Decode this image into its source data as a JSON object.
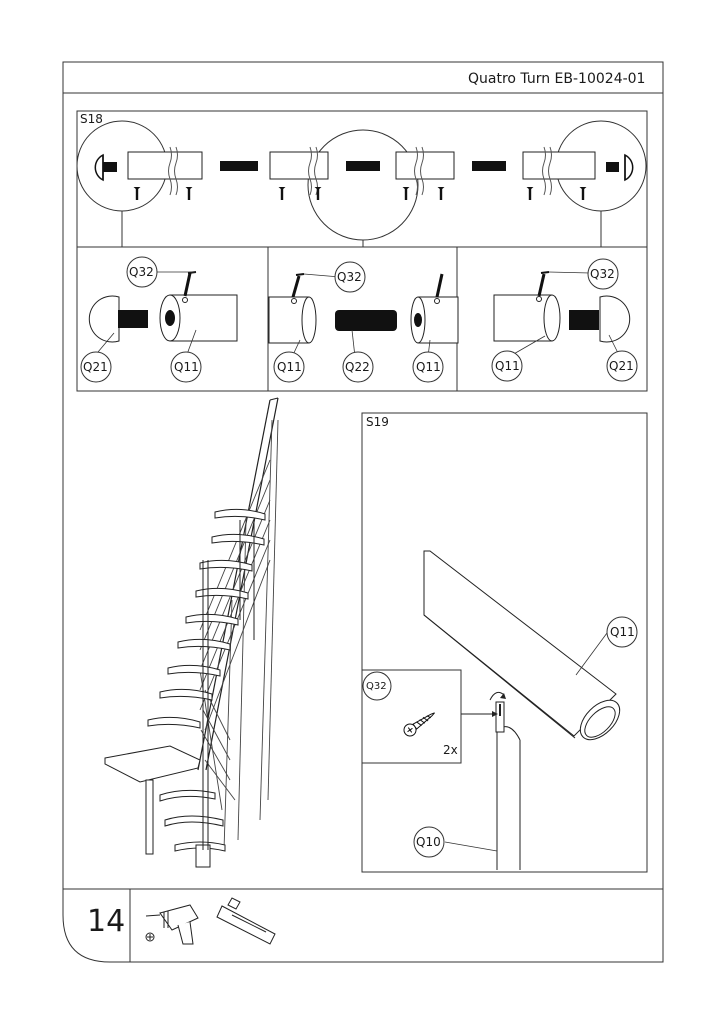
{
  "header": {
    "title": "Quatro Turn EB-10024-01"
  },
  "s18": {
    "step": "S18",
    "labels": {
      "q32_a": "Q32",
      "q21_a": "Q21",
      "q11_a": "Q11",
      "q32_b": "Q32",
      "q11_b": "Q11",
      "q22": "Q22",
      "q11_c": "Q11",
      "q32_c": "Q32",
      "q11_d": "Q11",
      "q21_b": "Q21"
    }
  },
  "s19": {
    "step": "S19",
    "labels": {
      "q11": "Q11",
      "q32": "Q32",
      "qty": "2x",
      "q10": "Q10"
    }
  },
  "footer": {
    "page_number": "14",
    "tools": [
      "drill-icon",
      "screwdriver-bits-icon",
      "hex-key-icon"
    ]
  }
}
